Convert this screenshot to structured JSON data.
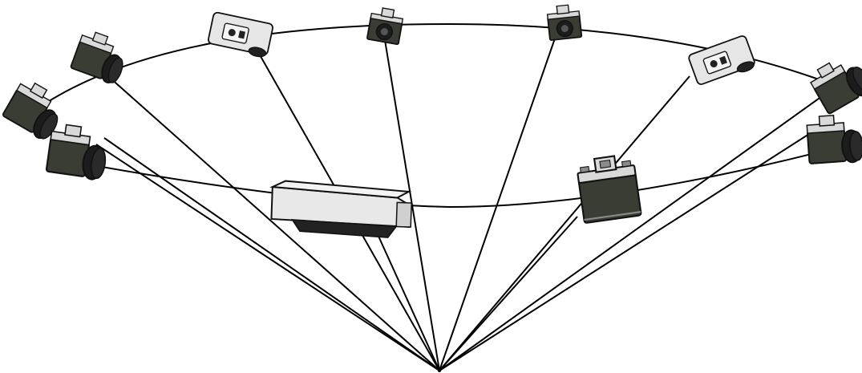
{
  "diagram": {
    "description_type": "multi-view camera rig",
    "colors": {
      "background": "#ffffff",
      "line": "#000000",
      "camera_body": "#3a3d33",
      "camera_top": "#d9d9d9",
      "camera_trim": "#8a8a8a",
      "camera_lens": "#1c1c1c",
      "projector_body": "#e6e6e6",
      "projector_dark": "#222222"
    },
    "devices": [
      {
        "kind": "camera",
        "name": "camera-far-left-top"
      },
      {
        "kind": "camera",
        "name": "camera-far-left-mid"
      },
      {
        "kind": "camera",
        "name": "camera-near-left"
      },
      {
        "kind": "projector",
        "name": "projector-back-left"
      },
      {
        "kind": "camera",
        "name": "camera-back-center-left"
      },
      {
        "kind": "camera",
        "name": "camera-back-center-right"
      },
      {
        "kind": "projector",
        "name": "projector-back-right"
      },
      {
        "kind": "camera",
        "name": "camera-far-right-top"
      },
      {
        "kind": "camera",
        "name": "camera-far-right-mid"
      },
      {
        "kind": "projector",
        "name": "projector-front-center"
      },
      {
        "kind": "camera",
        "name": "camera-front-right"
      }
    ]
  }
}
